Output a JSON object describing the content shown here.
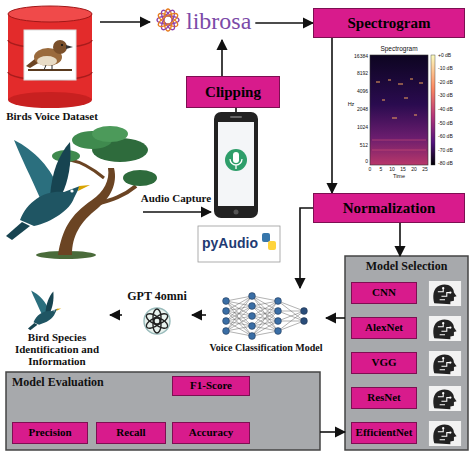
{
  "diagram": {
    "nodes": [
      {
        "text": [
          "Birds Voice Dataset"
        ]
      },
      {
        "text": [
          "librosa"
        ]
      },
      {
        "text": [
          "Spectrogram"
        ]
      },
      {
        "text": [
          "Clipping"
        ]
      },
      {
        "text": [
          "Normalization"
        ]
      },
      {
        "text": [
          "Model Selection"
        ]
      },
      {
        "text": [
          "CNN"
        ],
        "in": 5
      },
      {
        "text": [
          "AlexNet"
        ],
        "in": 5
      },
      {
        "text": [
          "VGG"
        ],
        "in": 5
      },
      {
        "text": [
          "ResNet"
        ],
        "in": 5
      },
      {
        "text": [
          "EfficientNet"
        ],
        "in": 5
      },
      {
        "text": [
          "Voice Classification Model"
        ]
      },
      {
        "text": [
          "GPT 4omni"
        ]
      },
      {
        "text": [
          "Bird Species Identification and Information"
        ]
      },
      {
        "text": [
          "Model Evaluation"
        ]
      },
      {
        "text": [
          "F1-Score"
        ],
        "in": 14
      },
      {
        "text": [
          "Precision"
        ],
        "in": 14
      },
      {
        "text": [
          "Recall"
        ],
        "in": 14
      },
      {
        "text": [
          "Accuracy"
        ],
        "in": 14
      }
    ],
    "edges": [
      {
        "from": 0,
        "to": 1,
        "arrow": "to"
      },
      {
        "from": 1,
        "to": 2,
        "arrow": "to"
      },
      {
        "from": 3,
        "to": 1,
        "arrow": "to"
      },
      {
        "from": 2,
        "to": 4,
        "arrow": "to"
      },
      {
        "from": 4,
        "to": 5,
        "arrow": "to"
      },
      {
        "from": 4,
        "to": 11,
        "arrow": "to"
      },
      {
        "from": 5,
        "to": 11,
        "arrow": "to"
      },
      {
        "from": 11,
        "to": 12,
        "arrow": "to"
      },
      {
        "from": 12,
        "to": 13,
        "arrow": "to"
      },
      {
        "from": 14,
        "to": 5,
        "arrow": "to"
      }
    ],
    "labels": [
      "Audio Capture",
      "pyAudio",
      "Spectrogram",
      "16384",
      "8192",
      "4096",
      "2048",
      "1024",
      "512",
      "0",
      "Hz",
      "0",
      "5",
      "10",
      "15",
      "20",
      "25",
      "Time",
      "+0 dB",
      "-10 dB",
      "-20 dB",
      "-30 dB",
      "-40 dB",
      "-50 dB",
      "-60 dB",
      "-70 dB",
      "-80 dB"
    ]
  }
}
